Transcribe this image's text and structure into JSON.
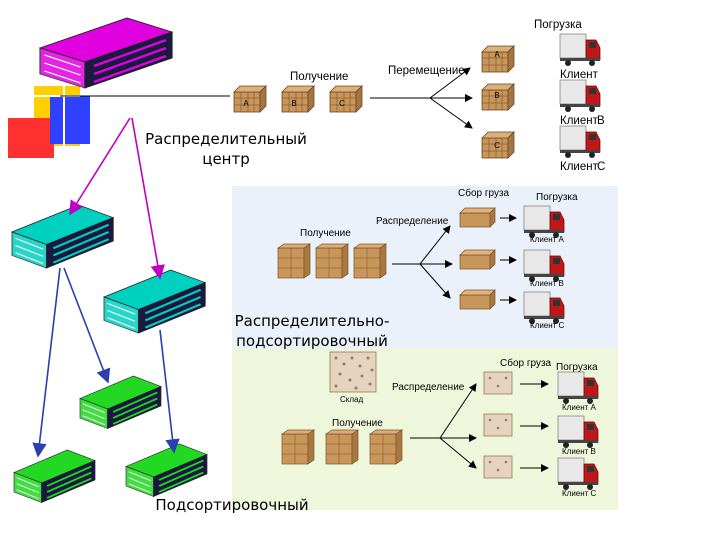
{
  "colors": {
    "panel_blue": "#eaf1fa",
    "panel_green": "#eef7dc",
    "arrow_magenta": "#c000c0",
    "arrow_blue": "#2a3fb0",
    "building_magenta": "#e000e0",
    "building_teal": "#00d0c0",
    "building_green": "#22d822",
    "truck_red": "#c01818",
    "box_brown": "#c8955a"
  },
  "top": {
    "loading": "Погрузка",
    "receiving": "Получение",
    "moving": "Перемещение",
    "box_a": "A",
    "box_b": "B",
    "box_c": "C",
    "client_1": "Клиент",
    "client_2": "Клиент",
    "client_3": "Клиент",
    "client_b_suffix": "B",
    "client_c_suffix": "C"
  },
  "labels": {
    "dc_line1": "Распределительный",
    "dc_line2": "центр",
    "dsc_line1": "Распределительно-",
    "dsc_line2": "подсортировочный",
    "sc": "Подсортировочный"
  },
  "panel_blue": {
    "cargo": "Сбор груза",
    "loading": "Погрузка",
    "receiving": "Получение",
    "distribution": "Распределение",
    "client_a": "Клиент A",
    "client_b": "Клиент B",
    "client_c": "Клиент C"
  },
  "panel_green": {
    "cargo": "Сбор груза",
    "loading": "Погрузка",
    "warehouse": "Склад",
    "distribution": "Распределение",
    "receiving": "Получение",
    "client_a": "Клиент A",
    "client_b": "Клиент B",
    "client_c": "Клиент C"
  }
}
